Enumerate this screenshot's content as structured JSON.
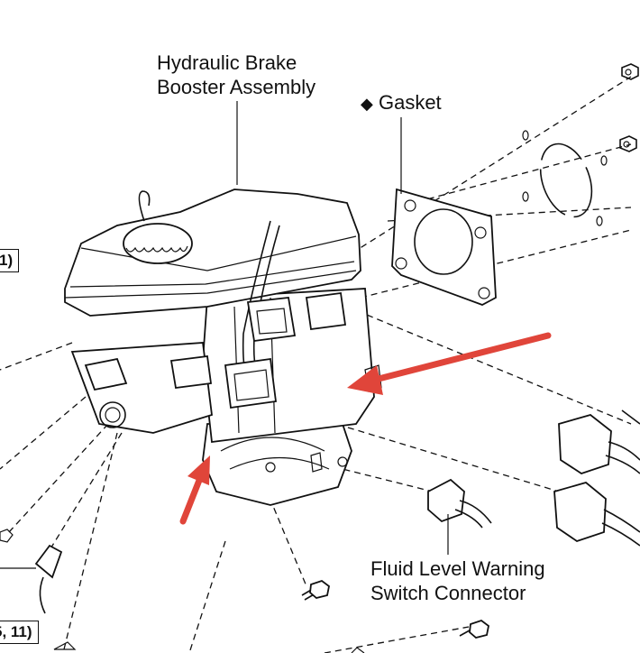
{
  "labels": {
    "booster_line1": "Hydraulic Brake",
    "booster_line2": "Booster Assembly",
    "gasket": "Gasket",
    "gasket_marker": "◆",
    "fluid_line1": "Fluid Level Warning",
    "fluid_line2": "Switch Connector"
  },
  "ref_boxes": {
    "left_upper": "1)",
    "left_lower": "5, 11)"
  },
  "colors": {
    "line": "#111111",
    "arrow": "#e0453a",
    "background": "#ffffff"
  }
}
